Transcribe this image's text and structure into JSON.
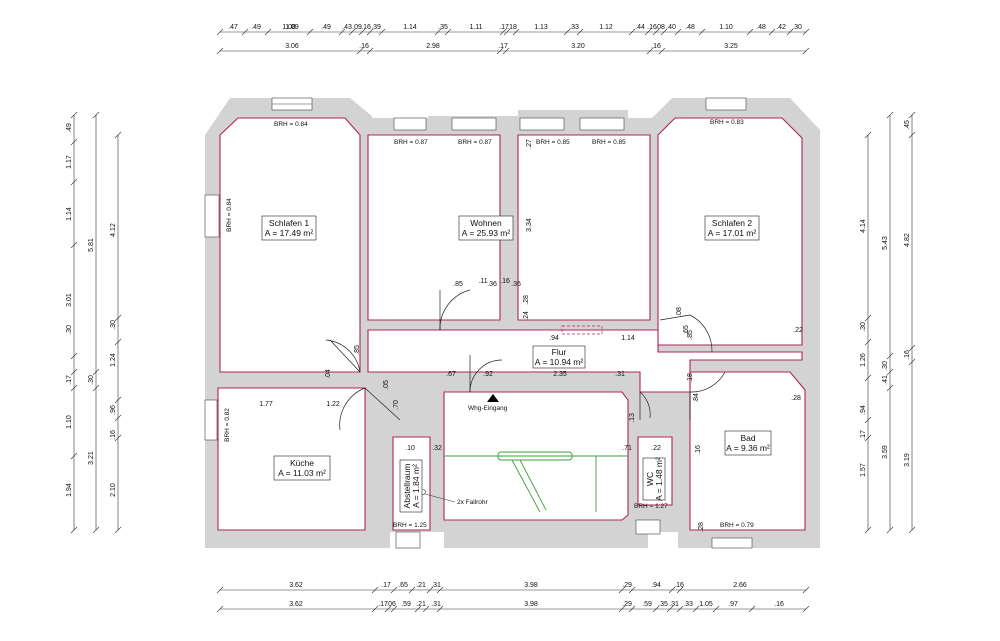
{
  "rooms": {
    "schlafen1": {
      "name": "Schlafen 1",
      "area": "A = 17.49 m²"
    },
    "wohnen": {
      "name": "Wohnen",
      "area": "A = 25.93 m²"
    },
    "schlafen2": {
      "name": "Schlafen 2",
      "area": "A = 17.01 m²"
    },
    "flur": {
      "name": "Flur",
      "area": "A = 10.94 m²"
    },
    "kueche": {
      "name": "Küche",
      "area": "A = 11.03 m²"
    },
    "abstellraum": {
      "name": "Abstellraum",
      "area": "A = 1.84 m²"
    },
    "wc": {
      "name": "WC",
      "area": "A = 1.48 m²"
    },
    "bad": {
      "name": "Bad",
      "area": "A = 9.36 m²"
    }
  },
  "labels": {
    "entrance": "Whg-Eingang",
    "fallrohr": "2x Fallrohr"
  },
  "brh": {
    "s1_top": "BRH = 0.84",
    "s1_left": "BRH = 0.84",
    "wohnen_a": "BRH = 0.87",
    "wohnen_b": "BRH = 0.87",
    "wohnen_c": "BRH = 0.85",
    "wohnen_d": "BRH = 0.85",
    "s2_top": "BRH = 0.83",
    "kueche_left": "BRH = 0.82",
    "abst_bottom": "BRH = 1.25",
    "wc_bottom": "BRH = 1.27",
    "bad_bottom": "BRH = 0.79"
  },
  "dims": {
    "top1": [
      ".47",
      ".49",
      "1.08",
      "1.09",
      ".49",
      ".43",
      ".09",
      ".16",
      ".39",
      "1.14",
      ".35",
      "1.11",
      ".17",
      ".18",
      "1.13",
      ".33",
      "1.12",
      ".44",
      ".16",
      ".08",
      ".40",
      ".48",
      "1.10",
      ".48",
      ".42",
      ".30"
    ],
    "top2": [
      "3.06",
      ".16",
      "2.98",
      ".17",
      "3.20",
      ".16",
      "3.25"
    ],
    "bot1": [
      "3.62",
      ".17",
      ".65",
      ".21",
      ".31",
      "3.98",
      ".29",
      ".94",
      ".16",
      "2.66"
    ],
    "bot2": [
      "3.62",
      ".17",
      ".06",
      ".59",
      ".21",
      ".31",
      "3.98",
      ".29",
      ".59",
      ".35",
      ".31",
      ".33",
      "1.05",
      ".97",
      ".16"
    ],
    "left1": [
      ".49",
      "1.17",
      "1.14",
      "3.01",
      ".30",
      ".17",
      "1.10",
      "1.94"
    ],
    "left2": [
      "5.81",
      ".30",
      "3.21"
    ],
    "left3": [
      "4.12",
      ".30",
      "1.24",
      ".96",
      ".16",
      "2.10"
    ],
    "right1": [
      "4.14",
      ".30",
      "1.26",
      ".94",
      ".17",
      "1.57"
    ],
    "right2": [
      "5.43",
      ".30",
      ".41",
      "3.59"
    ],
    "right3": [
      ".45",
      "4.82",
      ".16",
      "3.19"
    ],
    "inner": [
      ".85",
      ".11",
      ".36",
      ".16",
      ".36",
      ".27",
      "3.34",
      ".24",
      ".28",
      ".85",
      ".65",
      ".94",
      "1.14",
      ".08",
      ".22",
      ".04",
      ".67",
      ".92",
      "2.35",
      ".31",
      ".18",
      ".84",
      ".28",
      "1.77",
      "1.22",
      ".05",
      ".70",
      ".10",
      ".32",
      ".13",
      ".71",
      ".22",
      ".28",
      ".16",
      ".85"
    ]
  }
}
